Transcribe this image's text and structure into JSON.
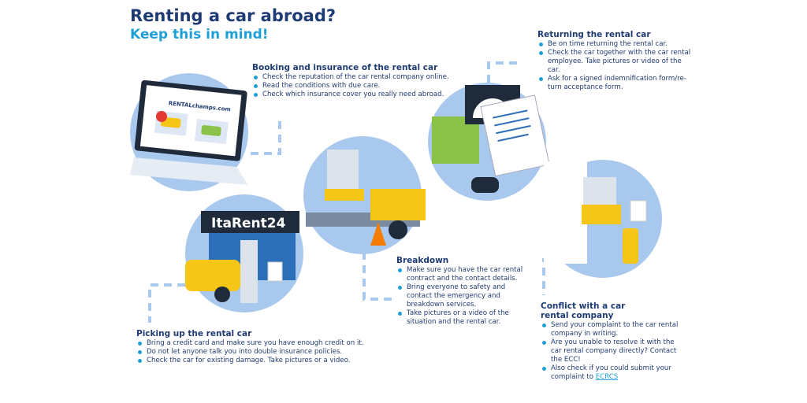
{
  "title": "Renting a car abroad?",
  "subtitle": "Keep this in mind!",
  "colors": {
    "dark_blue": "#1f3b73",
    "accent": "#1ea0d6",
    "circle": "#a9c8ee",
    "yellow": "#f5c518"
  },
  "illustrations": {
    "laptop_site": "RENTALchamps.com",
    "rental_office_sign": "ItaRent24"
  },
  "booking": {
    "heading": "Booking and insurance of the rental car",
    "items": [
      "Check the reputation of the car rental company online.",
      "Read the conditions with due care.",
      "Check which insurance cover you really need abroad."
    ]
  },
  "returning": {
    "heading": "Returning the rental car",
    "items": [
      "Be on time returning the rental car.",
      "Check the car together with the car rental employee. Take pictures or video of the car.",
      "Ask for a signed indemnification form/re-turn acceptance form."
    ]
  },
  "breakdown": {
    "heading": "Breakdown",
    "items": [
      "Make sure you have the car rental contract and the contact details.",
      "Bring everyone to safety and contact the emergency and breakdown services.",
      "Take pictures or a video of the situation and the rental car."
    ]
  },
  "picking_up": {
    "heading": "Picking up the rental car",
    "items": [
      "Bring a credit card and make sure you have enough credit on it.",
      "Do not let anyone talk you into double insurance policies.",
      "Check the car for existing damage. Take pictures or a video."
    ]
  },
  "conflict": {
    "heading": "Conflict with a car rental company",
    "items": [
      "Send your complaint to the car rental company in writing.",
      "Are you unable to resolve it with the car rental company directly? Contact the ECC!"
    ],
    "last_item_prefix": "Also check if you could submit your complaint to ",
    "last_item_link": "ECRCS"
  }
}
